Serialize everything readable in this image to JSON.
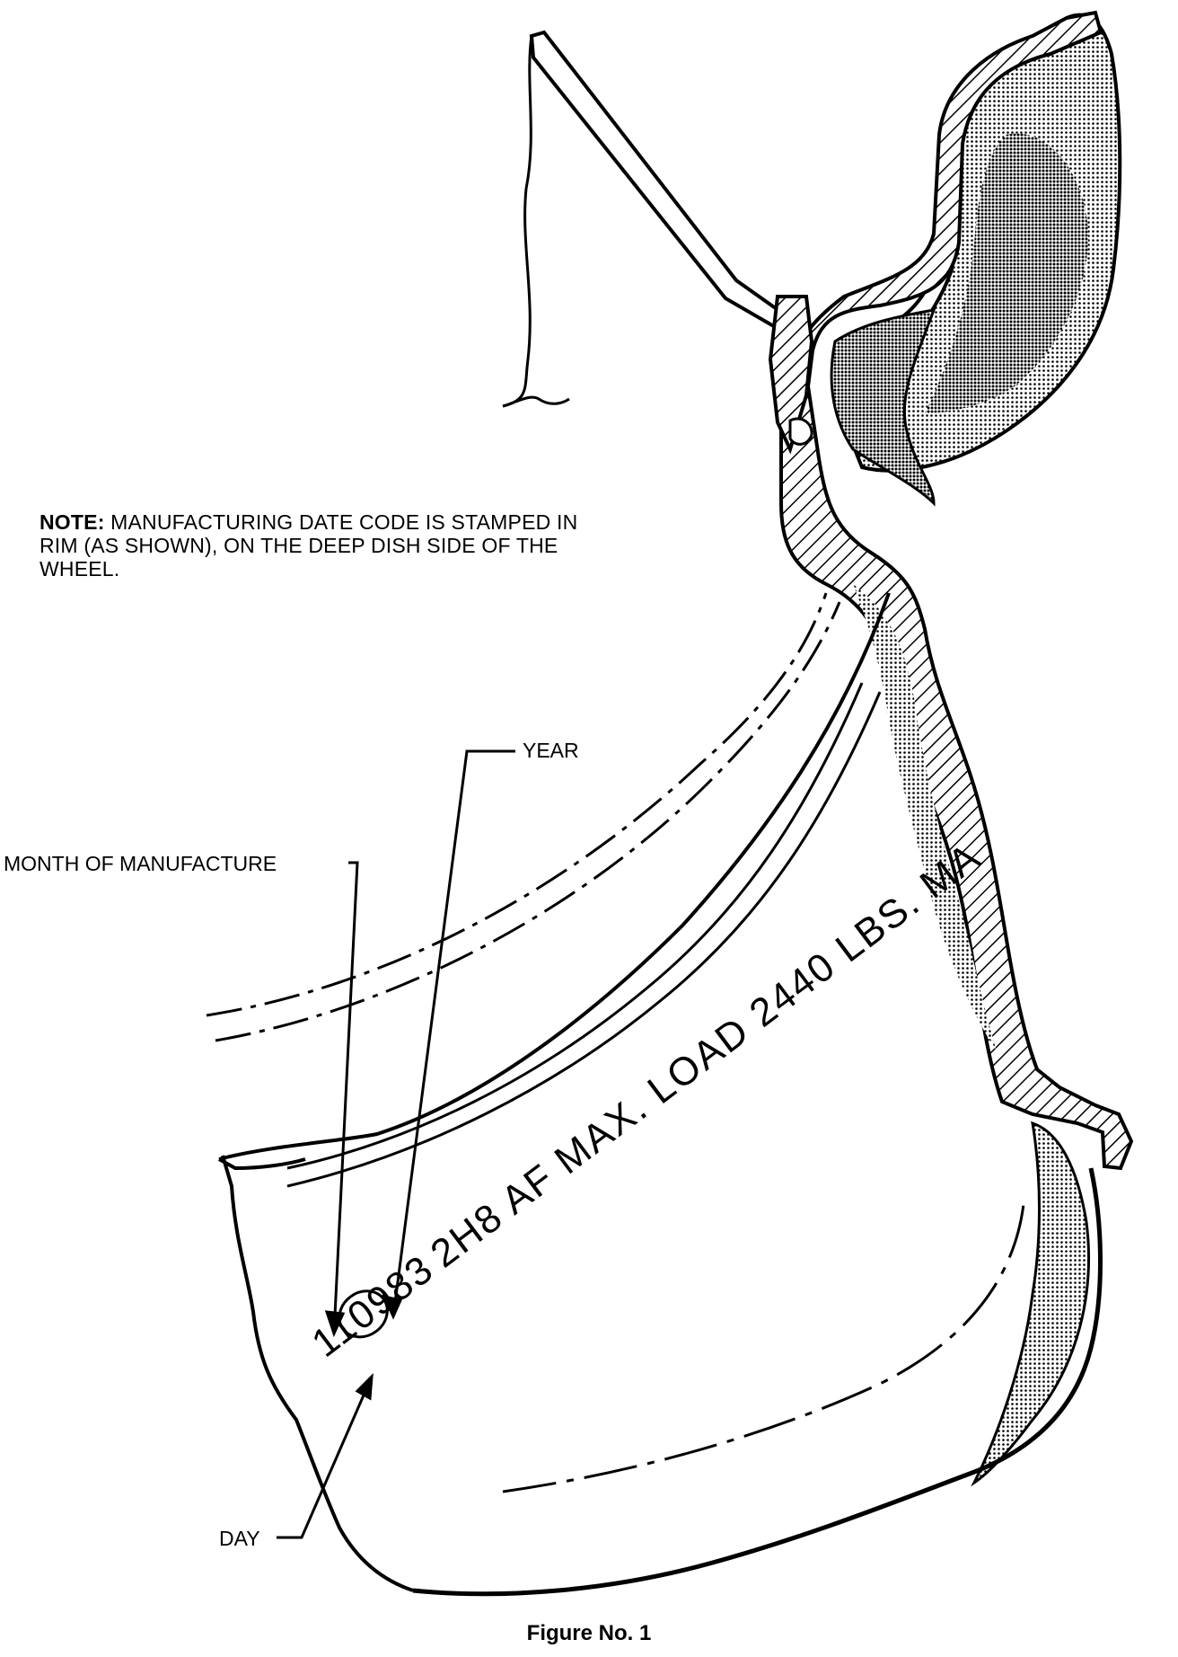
{
  "note": {
    "label": "NOTE:",
    "text": "MANUFACTURING DATE CODE IS STAMPED IN RIM (AS SHOWN), ON THE DEEP DISH SIDE OF THE WHEEL."
  },
  "callouts": {
    "year": "YEAR",
    "month": "MONTH OF MANUFACTURE",
    "day": "DAY"
  },
  "stamp": {
    "code_month": "11",
    "code_day": "09",
    "code_year": "83",
    "suffix": "2H8 AF MAX. LOAD 2440 LBS. MA"
  },
  "caption": "Figure No. 1",
  "colors": {
    "ink": "#000000",
    "paper": "#ffffff",
    "shade": "#555555"
  }
}
